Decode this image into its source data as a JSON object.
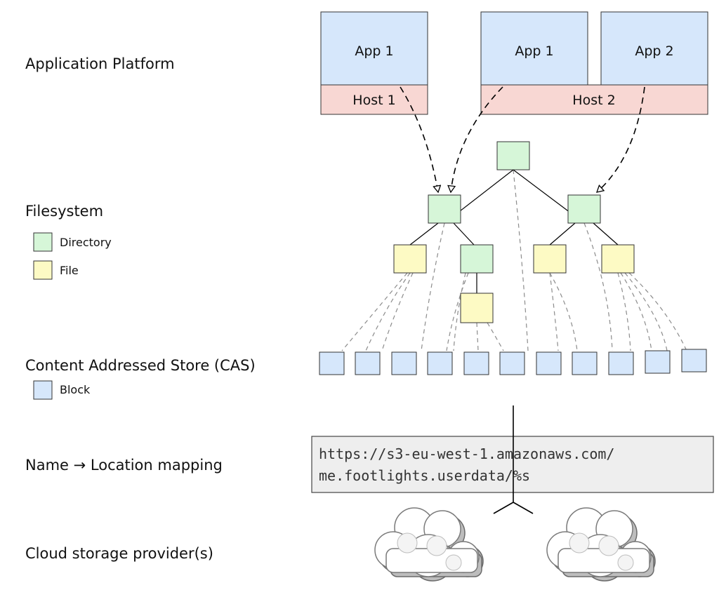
{
  "row_labels": {
    "application_platform": "Application Platform",
    "filesystem": "Filesystem",
    "cas": "Content Addressed Store (CAS)",
    "name_mapping": "Name → Location mapping",
    "cloud": "Cloud storage provider(s)"
  },
  "legend": {
    "directory": "Directory",
    "file": "File",
    "block": "Block"
  },
  "hosts": [
    {
      "label": "Host 1",
      "apps": [
        "App 1"
      ]
    },
    {
      "label": "Host 2",
      "apps": [
        "App 1",
        "App 2"
      ]
    }
  ],
  "mapping_url": {
    "line1": "https://s3-eu-west-1.amazonaws.com/",
    "line2": "me.footlights.userdata/%s"
  },
  "cas_block_count": 11,
  "colors": {
    "app": "#d6e7fb",
    "host": "#f8d7d3",
    "directory": "#d6f6d8",
    "file": "#fdfac4",
    "block": "#d6e7fb",
    "mapping_box": "#eeeeee",
    "cloud": "#c8c8c8"
  }
}
